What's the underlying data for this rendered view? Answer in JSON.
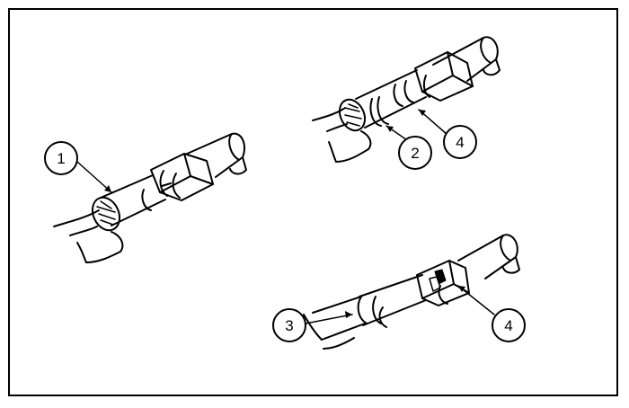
{
  "colors": {
    "line": "#000000",
    "background": "#ffffff",
    "shade": "#666666"
  },
  "callouts": [
    {
      "label": "1"
    },
    {
      "label": "2"
    },
    {
      "label": "3"
    },
    {
      "label": "4"
    },
    {
      "label": "4"
    }
  ]
}
